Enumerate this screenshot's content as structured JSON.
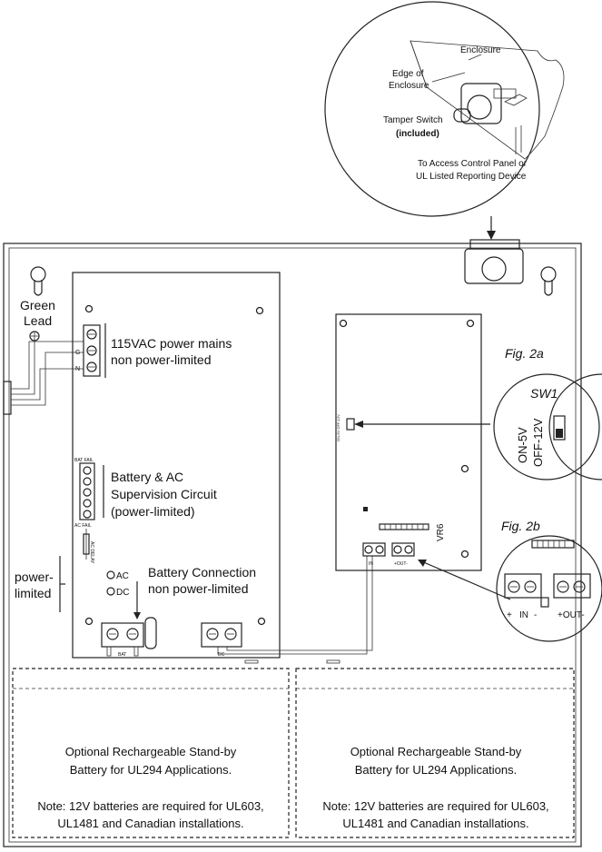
{
  "callout_top": {
    "enclosure": "Enclosure",
    "edge_line1": "Edge of",
    "edge_line2": "Enclosure",
    "tamper_line1": "Tamper Switch",
    "tamper_line2": "(included)",
    "to_line1": "To Access Control Panel or",
    "to_line2": "UL Listed Reporting Device"
  },
  "left": {
    "green_lead_line1": "Green",
    "green_lead_line2": "Lead",
    "ground_symbol": "⏚",
    "power_limited_line1": "power-",
    "power_limited_line2": "limited"
  },
  "main_board": {
    "mains_line1": "115VAC power mains",
    "mains_line2": "non power-limited",
    "mains_term_g": "G",
    "mains_term_n": "N",
    "bat_fail": "BAT FAIL",
    "ac_fail": "AC FAIL",
    "supervision_line1": "Battery & AC",
    "supervision_line2": "Supervision Circuit",
    "supervision_line3": "(power-limited)",
    "led_ac": "AC",
    "led_dc": "DC",
    "battery_line1": "Battery Connection",
    "battery_line2": "non power-limited",
    "bat_term_label": "BAT",
    "dc_term_label": "DC",
    "fuse_label": "AC DELAY"
  },
  "vr6_board": {
    "name": "VR6",
    "sw_label": "ON-5V OFF-12V",
    "in_label": "IN",
    "out_label": "+OUT-"
  },
  "fig2a": {
    "title": "Fig. 2a",
    "sw1": "SW1",
    "on": "ON-5V",
    "off": "OFF-12V"
  },
  "fig2b": {
    "title": "Fig. 2b",
    "plus": "+",
    "in": "IN",
    "minus": "-",
    "out": "+OUT-"
  },
  "batteries": [
    {
      "line1": "Optional Rechargeable Stand-by",
      "line2": "Battery for UL294 Applications.",
      "note1": "Note: 12V batteries are required for UL603,",
      "note2": "UL1481 and Canadian installations."
    },
    {
      "line1": "Optional Rechargeable Stand-by",
      "line2": "Battery for UL294 Applications.",
      "note1": "Note: 12V batteries are required for UL603,",
      "note2": "UL1481 and Canadian installations."
    }
  ]
}
